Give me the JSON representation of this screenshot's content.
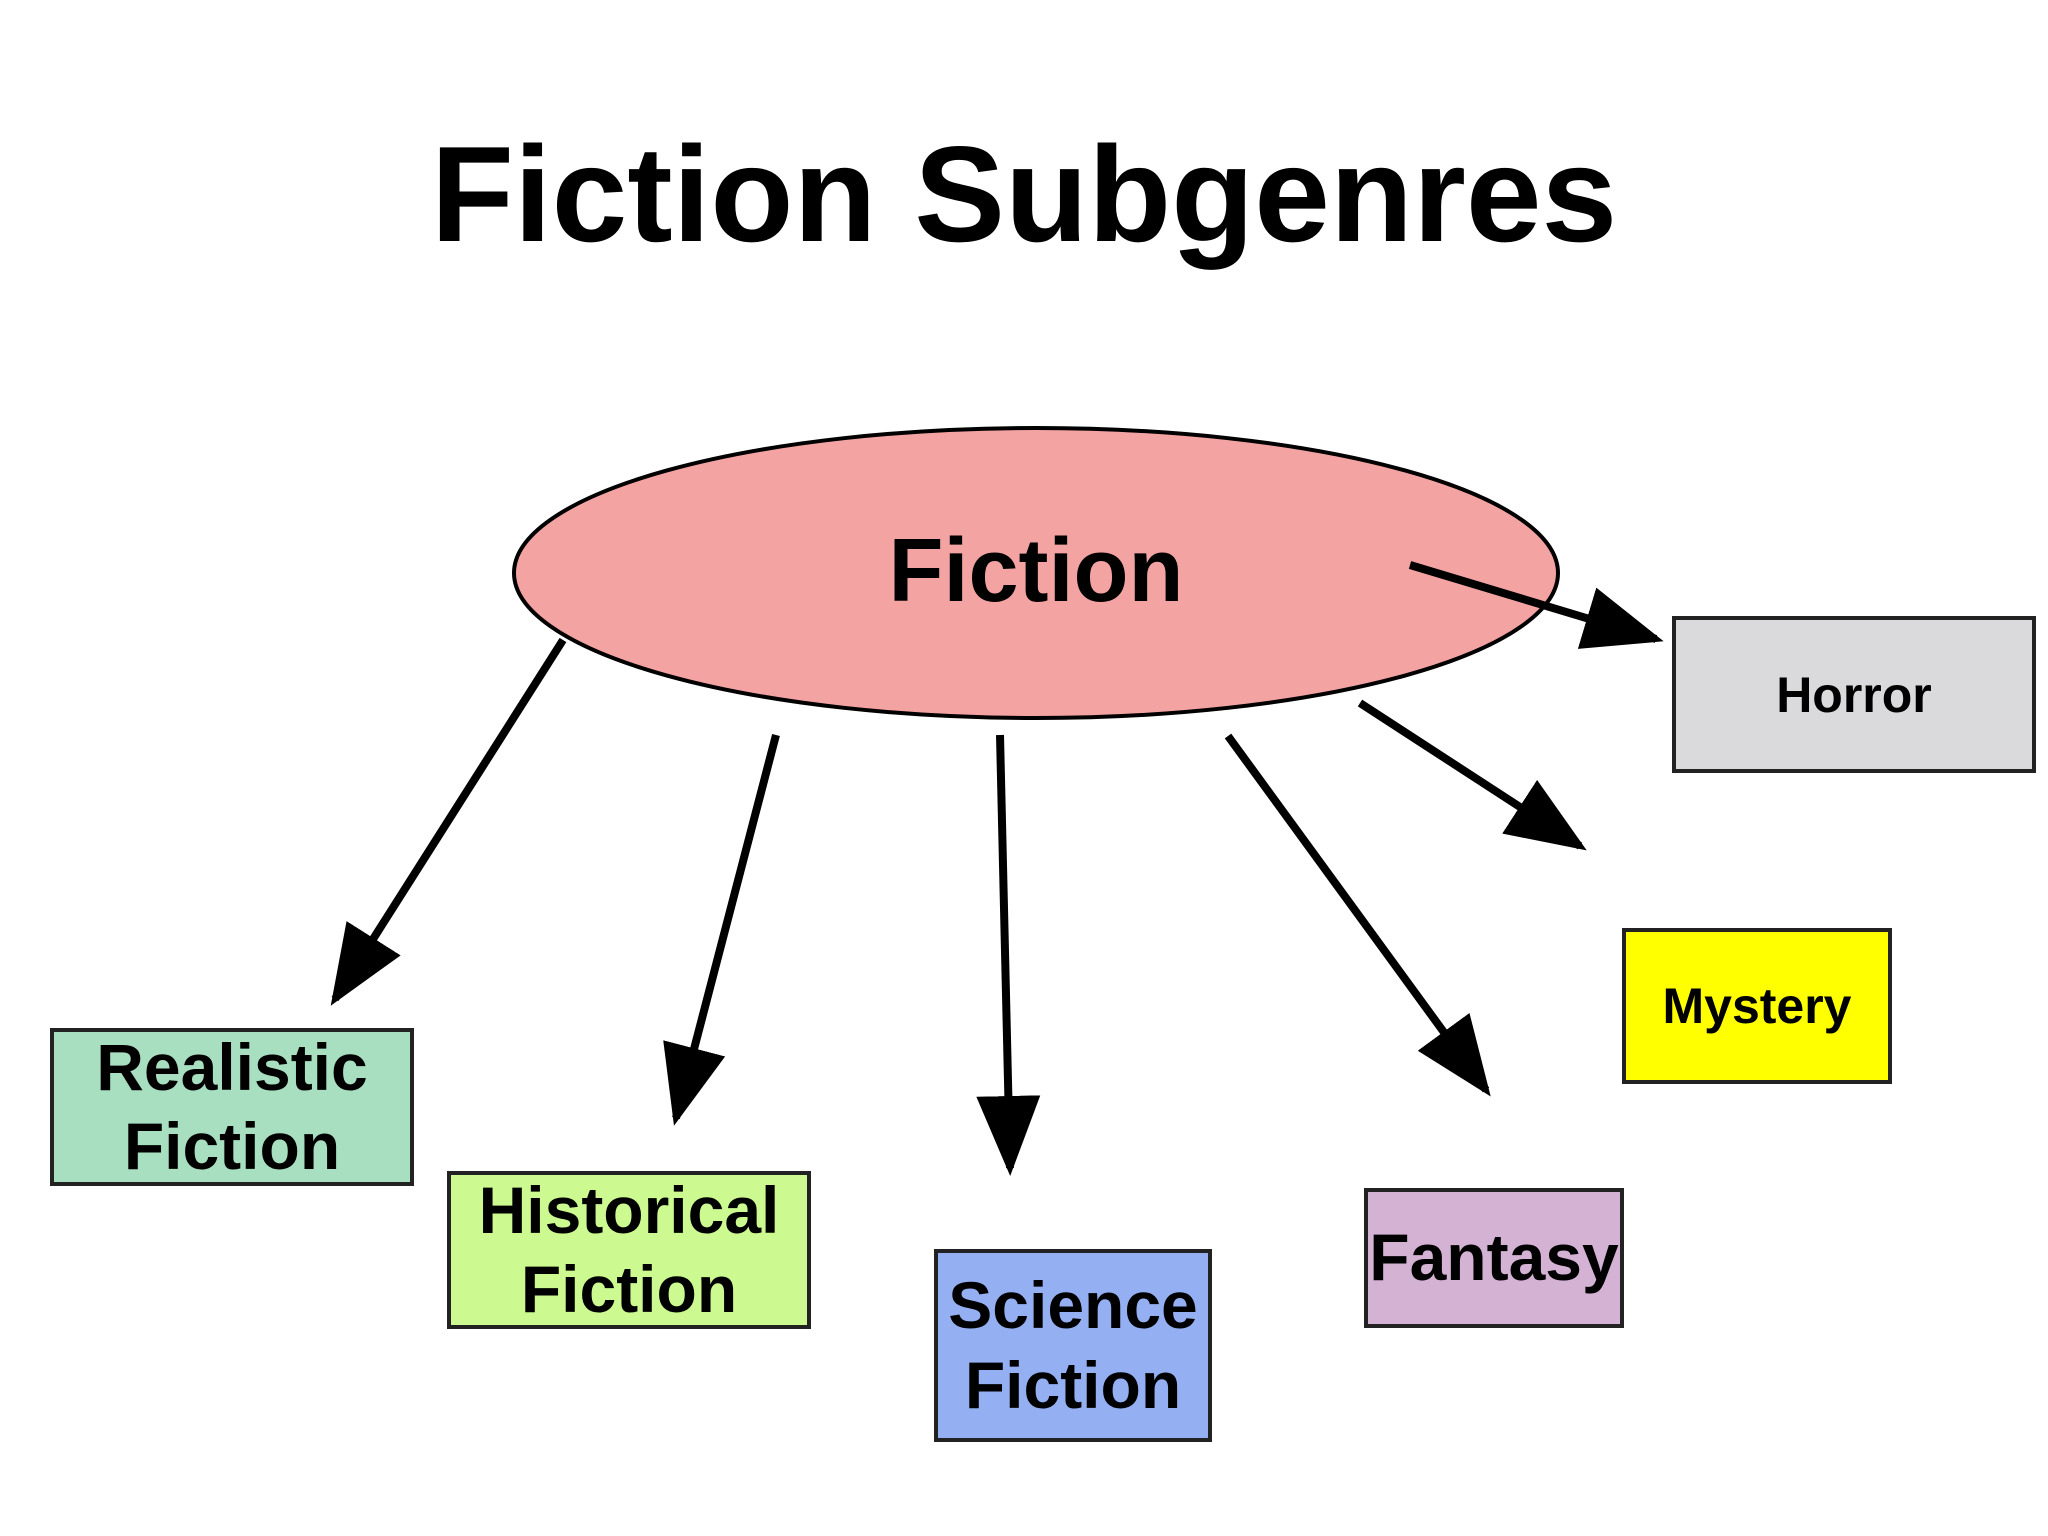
{
  "title": "Fiction Subgenres",
  "root": {
    "label": "Fiction",
    "color": "#f4a3a3"
  },
  "subgenres": [
    {
      "key": "realistic",
      "label": "Realistic\nFiction",
      "color": "#a8dfc0"
    },
    {
      "key": "historical",
      "label": "Historical\nFiction",
      "color": "#ccf990"
    },
    {
      "key": "science",
      "label": "Science\nFiction",
      "color": "#94b0f3"
    },
    {
      "key": "fantasy",
      "label": "Fantasy",
      "color": "#d3b2d3"
    },
    {
      "key": "mystery",
      "label": "Mystery",
      "color": "#ffff00"
    },
    {
      "key": "horror",
      "label": "Horror",
      "color": "#dadadd"
    }
  ]
}
